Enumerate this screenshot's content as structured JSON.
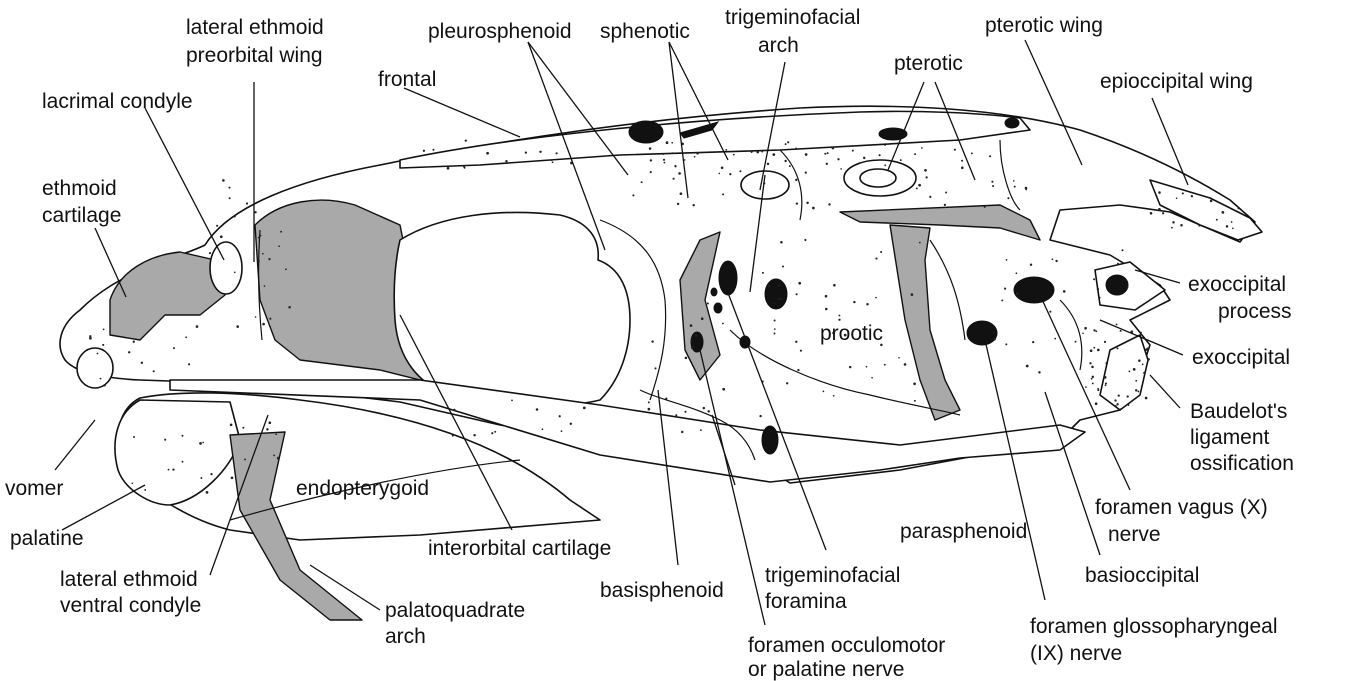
{
  "labels": {
    "lateral_ethmoid_preorbital_wing_1": "lateral ethmoid",
    "lateral_ethmoid_preorbital_wing_2": "preorbital wing",
    "pleurosphenoid": "pleurosphenoid",
    "sphenotic": "sphenotic",
    "trigeminofacial_arch_1": "trigeminofacial",
    "trigeminofacial_arch_2": "arch",
    "pterotic_wing": "pterotic wing",
    "pterotic": "pterotic",
    "epioccipital_wing": "epioccipital wing",
    "frontal": "frontal",
    "lacrimal_condyle": "lacrimal condyle",
    "ethmoid_cartilage_1": "ethmoid",
    "ethmoid_cartilage_2": "cartilage",
    "exoccipital_process_1": "exoccipital",
    "exoccipital_process_2": "process",
    "prootic": "prootic",
    "exoccipital": "exoccipital",
    "baudelots_1": "Baudelot's",
    "baudelots_2": "ligament",
    "baudelots_3": "ossification",
    "vomer": "vomer",
    "endopterygoid": "endopterygoid",
    "foramen_vagus_1": "foramen vagus (X)",
    "foramen_vagus_2": "nerve",
    "palatine": "palatine",
    "parasphenoid": "parasphenoid",
    "interorbital_cartilage": "interorbital cartilage",
    "lateral_ethmoid_ventral_1": "lateral ethmoid",
    "lateral_ethmoid_ventral_2": "ventral condyle",
    "trigeminofacial_foramina_1": "trigeminofacial",
    "trigeminofacial_foramina_2": "foramina",
    "basioccipital": "basioccipital",
    "basisphenoid": "basisphenoid",
    "palatoquadrate_1": "palatoquadrate",
    "palatoquadrate_2": "arch",
    "foramen_glosso_1": "foramen glossopharyngeal",
    "foramen_glosso_2": "(IX) nerve",
    "foramen_occulomotor_1": "foramen occulomotor",
    "foramen_occulomotor_2": "or palatine nerve"
  },
  "colors": {
    "ink": "#111111",
    "cartilage": "#a9a9a9",
    "background": "#ffffff"
  }
}
